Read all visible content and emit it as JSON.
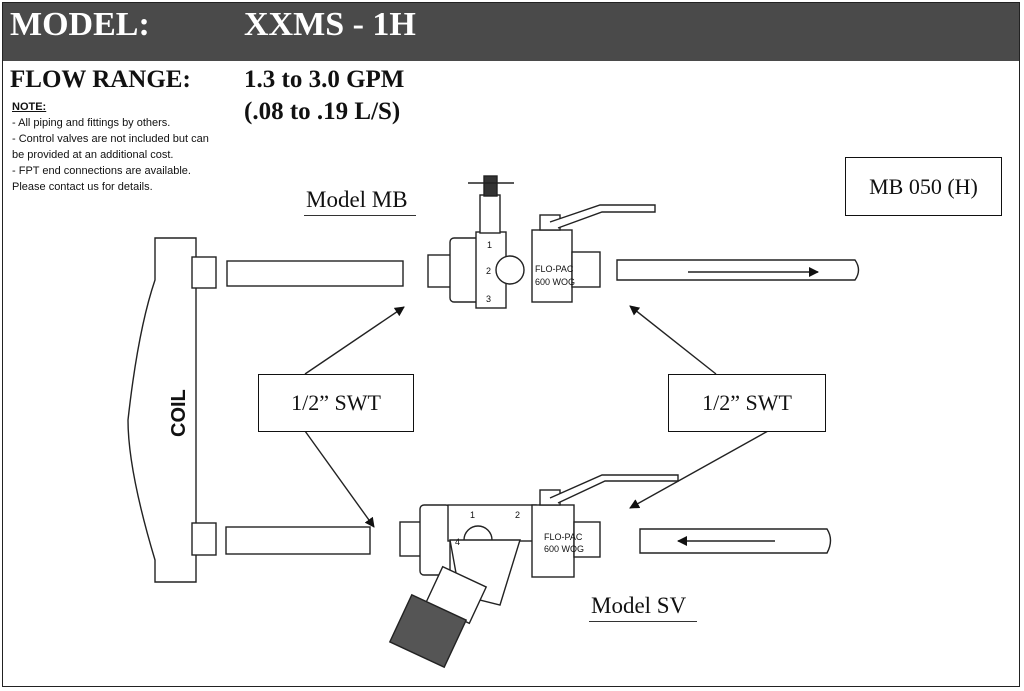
{
  "header": {
    "model_label": "MODEL:",
    "model_value": "XXMS - 1H",
    "background": "#4a4a4a"
  },
  "flow": {
    "label": "FLOW RANGE:",
    "value_line1": "1.3 to 3.0 GPM",
    "value_line2": "(.08 to .19 L/S)"
  },
  "notes": {
    "title": "NOTE:",
    "lines": [
      "- All piping and fittings by others.",
      "- Control valves are not included but can",
      "be provided at an additional cost.",
      "- FPT end connections are available.",
      "Please contact us for details."
    ]
  },
  "labels": {
    "model_mb": "Model MB",
    "model_sv": "Model SV",
    "mb_box": "MB 050 (H)",
    "swt_left": "1/2” SWT",
    "swt_right": "1/2” SWT",
    "coil": "COIL"
  },
  "valve_markings": {
    "port1": "1",
    "port2": "2",
    "port3": "3",
    "port4": "4",
    "brand": "FLO-PAC",
    "rating": "600 WOG"
  }
}
